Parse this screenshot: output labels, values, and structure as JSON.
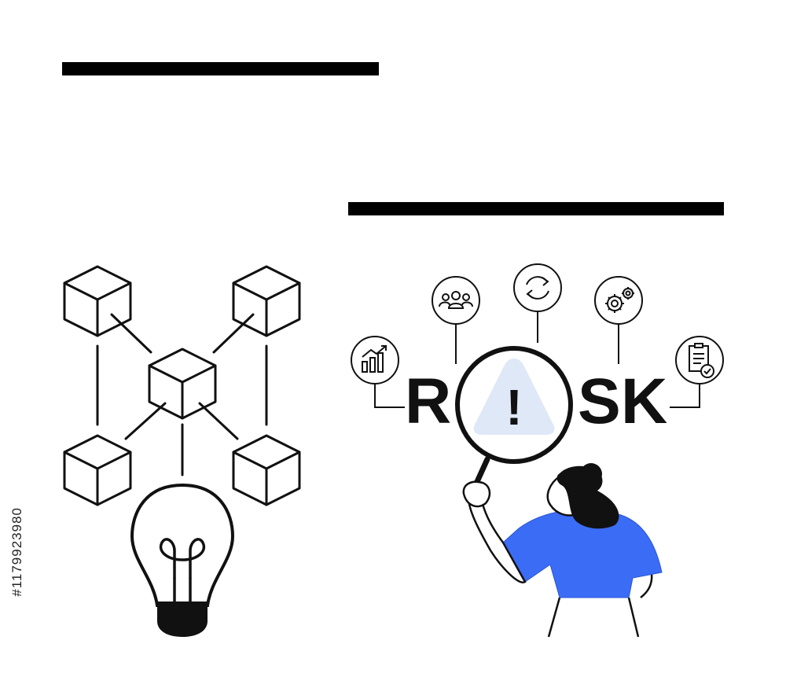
{
  "headline_bars": [
    {
      "name": "left-header-bar"
    },
    {
      "name": "right-header-bar"
    }
  ],
  "risk_word": {
    "letters": [
      "R",
      "S",
      "K"
    ],
    "center_symbol": "!"
  },
  "icons": [
    "bar-chart-icon",
    "team-icon",
    "refresh-icon",
    "gears-icon",
    "checklist-icon",
    "warning-triangle-icon",
    "magnifier-icon",
    "lightbulb-icon",
    "blockchain-cube-icon"
  ],
  "colors": {
    "accent_blue": "#3b6cf6",
    "triangle_fill": "#dfe8f7",
    "ink": "#111111",
    "background": "#ffffff"
  },
  "stock_id": "#1179923980"
}
